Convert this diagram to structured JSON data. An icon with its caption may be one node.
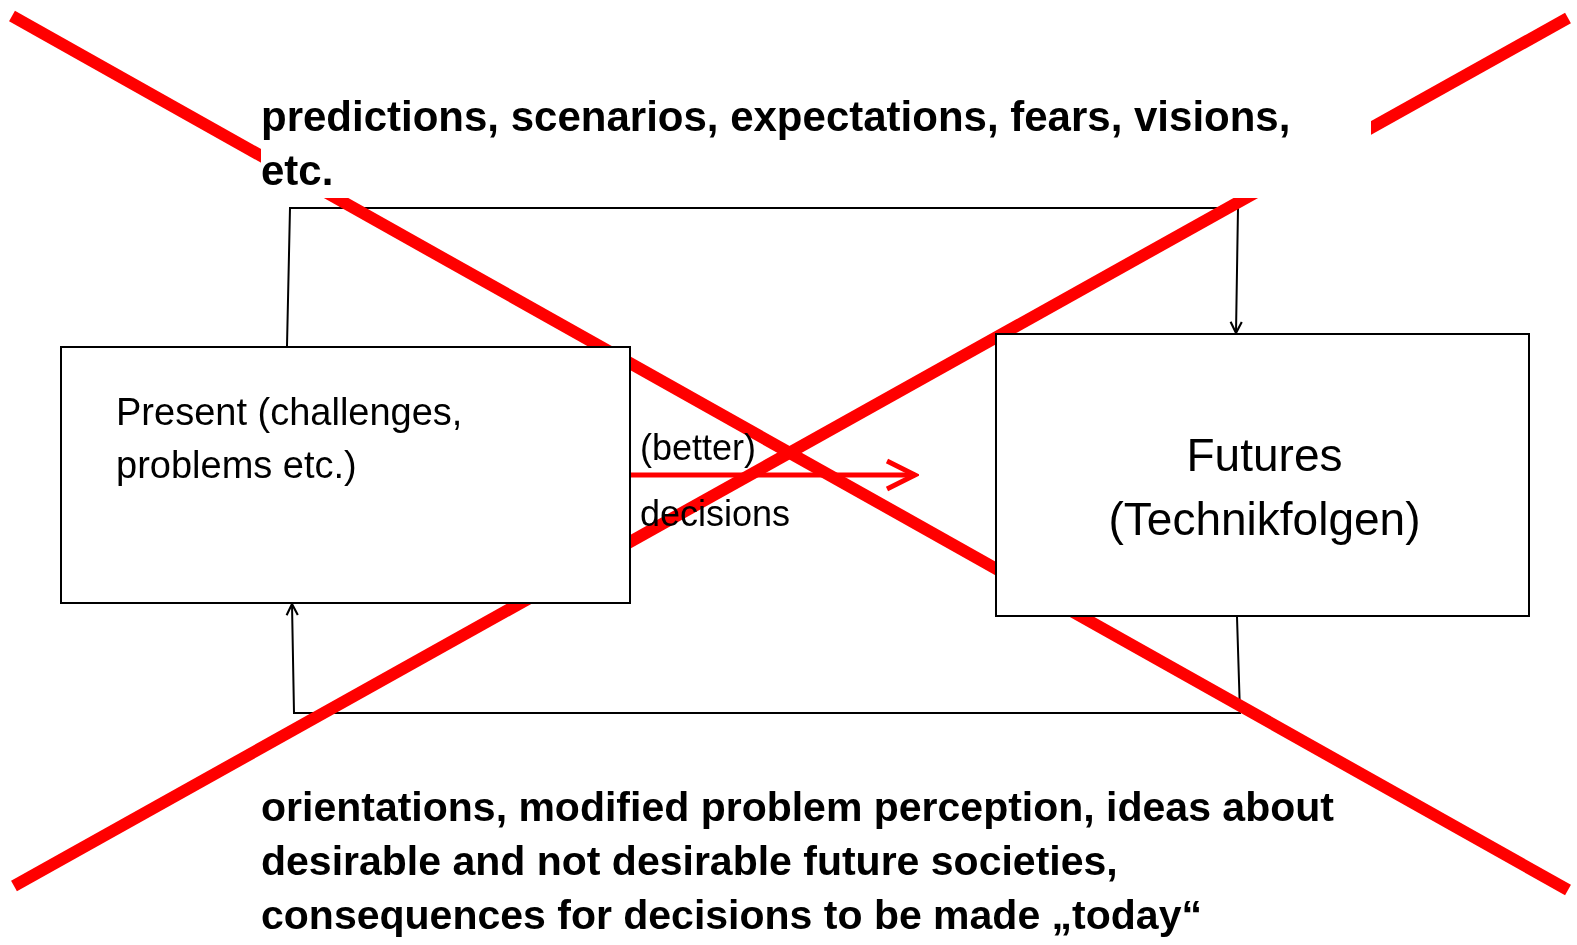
{
  "diagram": {
    "nodes": [
      {
        "text": [
          "Present (challenges, problems etc.)"
        ]
      },
      {
        "text": [
          "Futures (Technikfolgen)"
        ]
      }
    ],
    "edges": [
      {
        "from": 0,
        "to": 1,
        "arrow": "to",
        "label": "predictions, scenarios, expectations, fears, visions, etc."
      },
      {
        "from": 1,
        "to": 0,
        "arrow": "to",
        "label": "orientations, modified problem perception, ideas about desirable and not desirable future societies, consequences for decisions to be made „today“"
      },
      {
        "from": 0,
        "to": null,
        "arrow": "to",
        "label": "(better) decisions",
        "style": "thick",
        "color": "#ff0000"
      }
    ]
  }
}
